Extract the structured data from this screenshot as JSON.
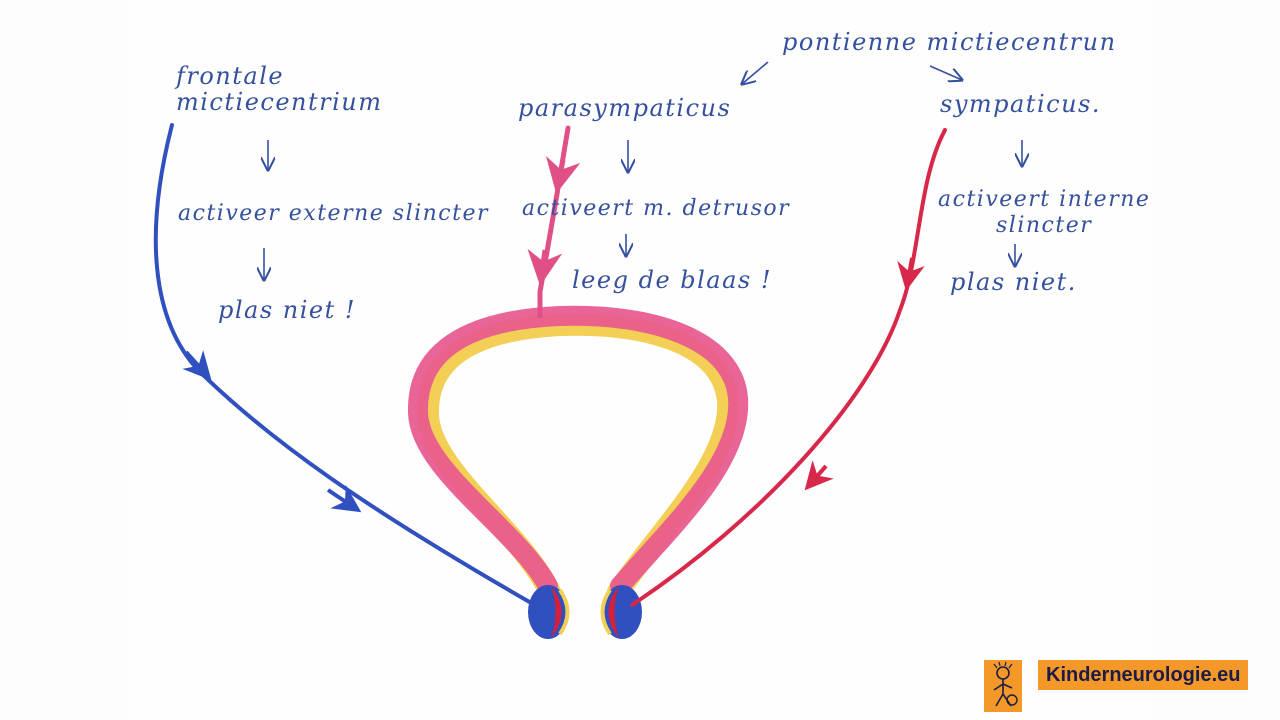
{
  "labels": {
    "pontine": "pontienne mictiecentrun",
    "frontal_line1": "frontale",
    "frontal_line2": "mictiecentrium",
    "parasympathetic": "parasympaticus",
    "sympathetic": "sympaticus.",
    "external_sphincter": "activeer externe slincter",
    "detrusor": "activeert m. detrusor",
    "internal_line1": "activeert interne",
    "internal_line2": "slincter",
    "no_pee_left": "plas niet !",
    "empty_bladder": "leeg de blaas !",
    "no_pee_right": "plas niet."
  },
  "colors": {
    "ink": "#34509e",
    "somatic": "#3050c0",
    "parasympathetic": "#e04f86",
    "sympathetic": "#d8284a",
    "bladder_inner": "#f4cf56",
    "sphincter_blue": "#3050c0",
    "sphincter_red": "#d4203c",
    "brand": "#f4982a"
  },
  "brand": {
    "name": "Kinderneurologie.eu",
    "logo_icon": "child-figure-icon"
  }
}
